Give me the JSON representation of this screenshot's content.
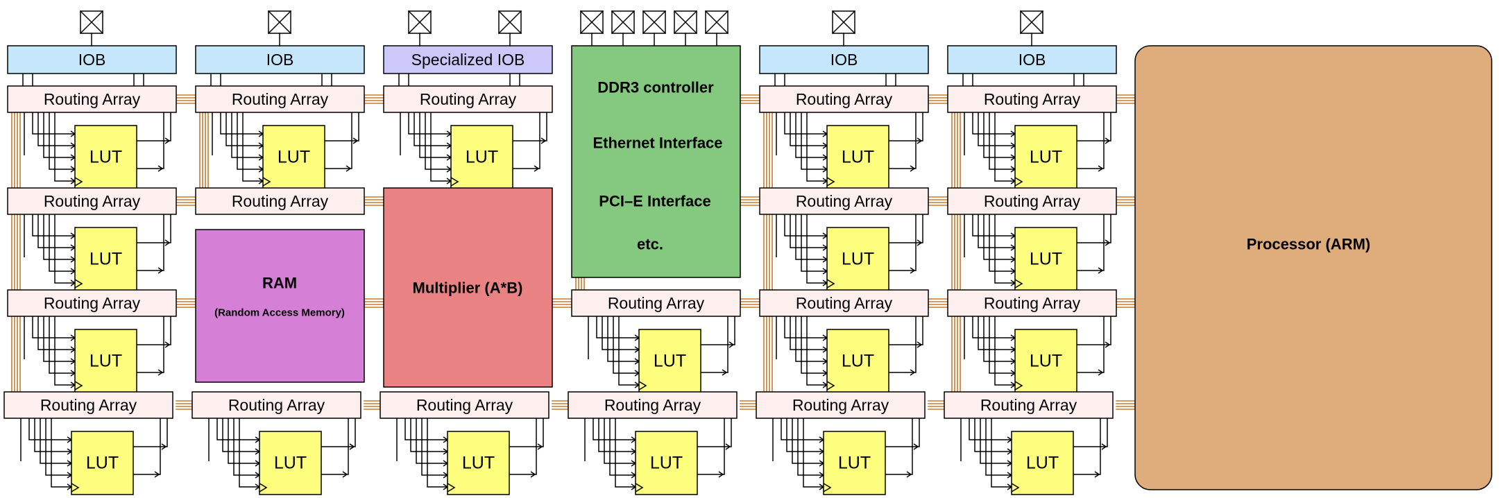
{
  "labels": {
    "iob": "IOB",
    "specialized_iob": "Specialized IOB",
    "routing_array": "Routing Array",
    "lut": "LUT",
    "ram_title": "RAM",
    "ram_subtitle": "(Random Access Memory)",
    "multiplier": "Multiplier (A*B)",
    "ddr3": "DDR3 controller",
    "ethernet": "Ethernet Interface",
    "pcie": "PCI–E Interface",
    "etc": "etc.",
    "processor": "Processor (ARM)"
  },
  "colors": {
    "iob_fill": "#c6e6fb",
    "specialized_iob_fill": "#cdc8fa",
    "routing_fill": "#fdefee",
    "lut_fill": "#fdfd7e",
    "ram_fill": "#d67fd6",
    "multiplier_fill": "#e98282",
    "interfaces_fill": "#84c97f",
    "processor_fill": "#dfac7c",
    "routing_wire": "#c87a2e"
  },
  "icons": {
    "pad": "io-pad-icon",
    "clock": "clock-input-icon"
  }
}
